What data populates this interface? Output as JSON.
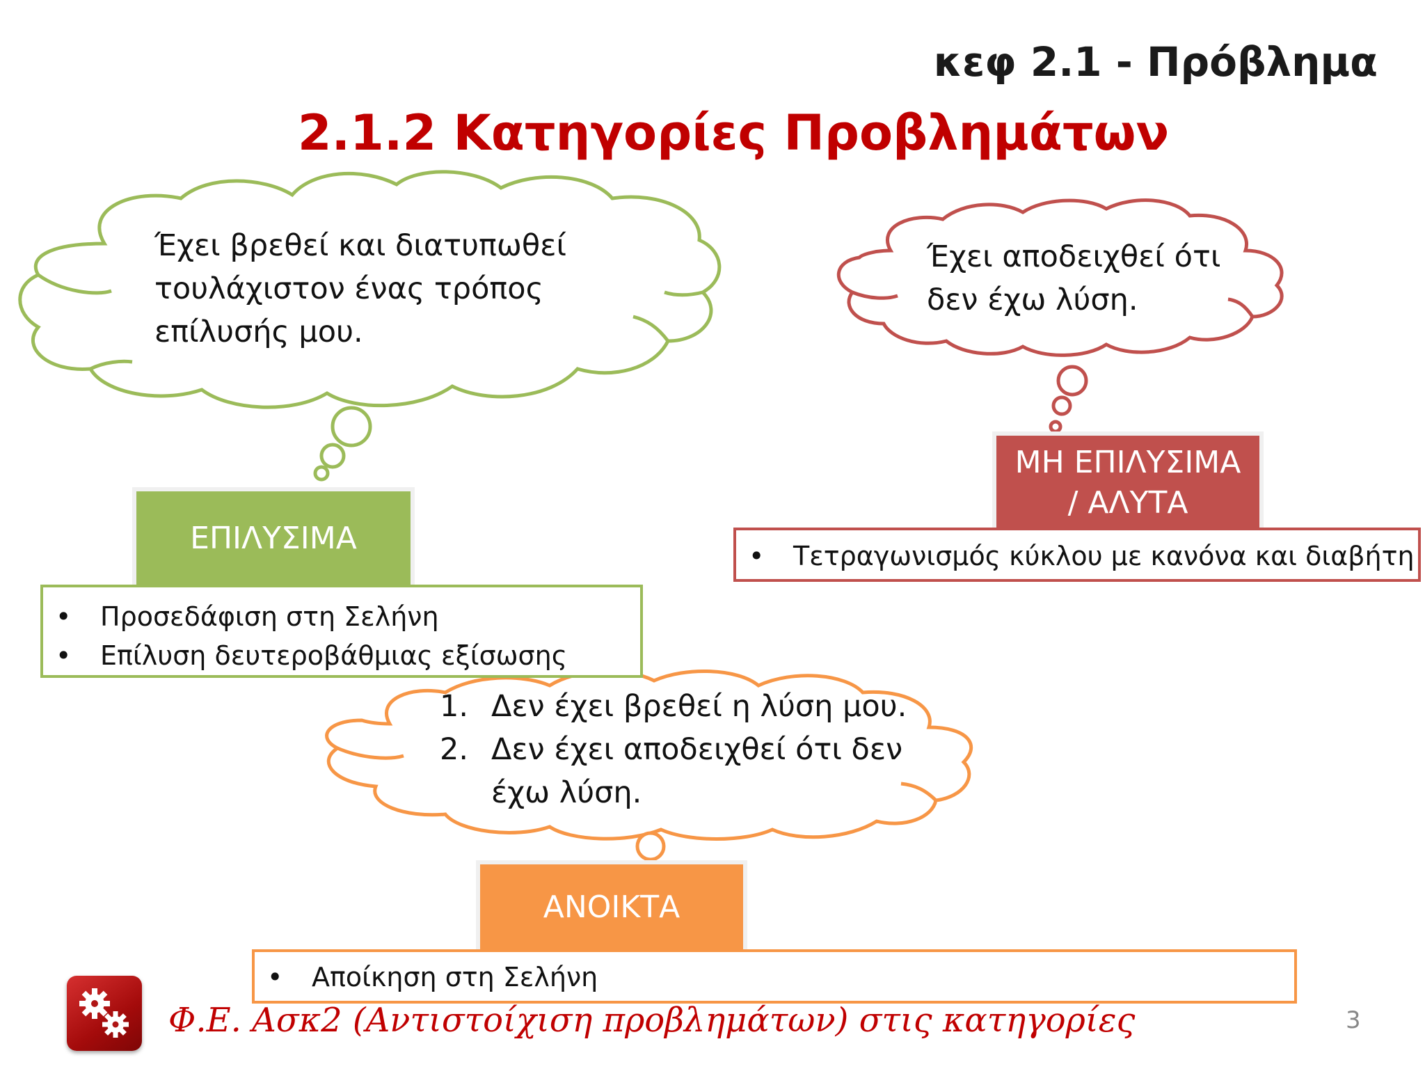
{
  "header": {
    "chapter": "κεφ 2.1 - Πρόβλημα",
    "title": "2.1.2 Κατηγορίες Προβλημάτων"
  },
  "colors": {
    "green": "#9bbb59",
    "red": "#c0504d",
    "orange": "#f79646",
    "title_red": "#c00000"
  },
  "solvable": {
    "cloud_lines": [
      "Έχει βρεθεί και διατυπωθεί",
      "τουλάχιστον ένας τρόπος",
      "επίλυσής μου."
    ],
    "label": "ΕΠΙΛΥΣΙΜΑ",
    "examples": [
      "Προσεδάφιση στη Σελήνη",
      "Επίλυση δευτεροβάθμιας εξίσωσης"
    ]
  },
  "unsolvable": {
    "cloud_lines": [
      "Έχει αποδειχθεί ότι",
      "δεν έχω λύση."
    ],
    "label_line1": "ΜΗ ΕΠΙΛΥΣΙΜΑ",
    "label_line2": "/ ΑΛΥΤΑ",
    "examples": [
      "Τετραγωνισμός κύκλου με κανόνα και διαβήτη"
    ]
  },
  "open": {
    "cloud_items": [
      {
        "num": "1.",
        "lines": [
          "Δεν έχει βρεθεί η λύση μου."
        ]
      },
      {
        "num": "2.",
        "lines": [
          "Δεν έχει αποδειχθεί ότι δεν",
          "έχω λύση."
        ]
      }
    ],
    "label": "ΑΝΟΙΚΤΑ",
    "examples": [
      "Αποίκηση στη Σελήνη"
    ]
  },
  "footer": {
    "activity": "Φ.Ε. Ασκ2 (Αντιστοίχιση προβλημάτων) στις κατηγορίες",
    "page_number": "3",
    "logo_icon": "gears-icon"
  }
}
